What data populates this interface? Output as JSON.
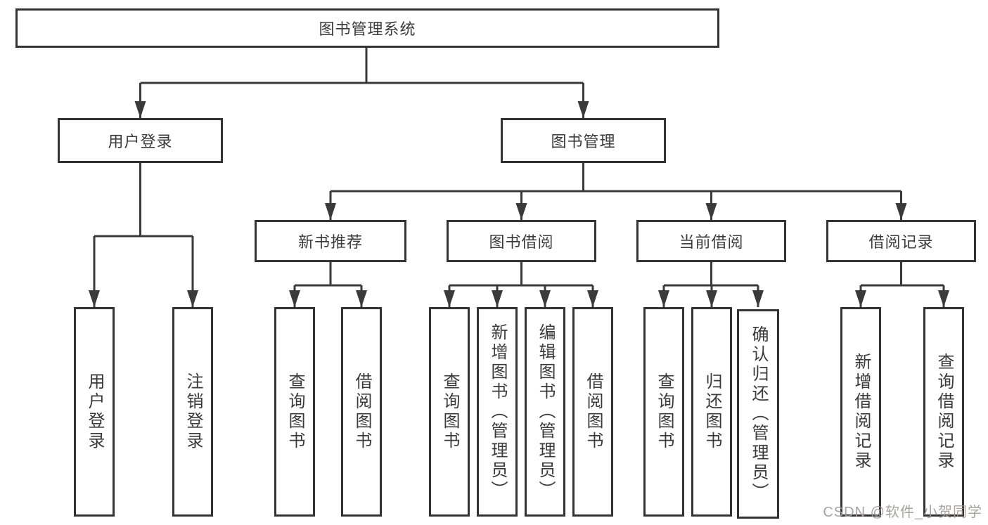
{
  "root": {
    "label": "图书管理系统"
  },
  "level2": [
    {
      "label": "用户登录"
    },
    {
      "label": "图书管理"
    }
  ],
  "level3": [
    {
      "label": "新书推荐"
    },
    {
      "label": "图书借阅"
    },
    {
      "label": "当前借阅"
    },
    {
      "label": "借阅记录"
    }
  ],
  "leaves": {
    "user_login": [
      {
        "label": "用户登录"
      },
      {
        "label": "注销登录"
      }
    ],
    "new_book": [
      {
        "label": "查询图书"
      },
      {
        "label": "借阅图书"
      }
    ],
    "book_borrow": [
      {
        "label": "查询图书"
      },
      {
        "label": "新增图书（管理员）"
      },
      {
        "label": "编辑图书（管理员）"
      },
      {
        "label": "借阅图书"
      }
    ],
    "current_borrow": [
      {
        "label": "查询图书"
      },
      {
        "label": "归还图书"
      },
      {
        "label": "确认归还（管理员）"
      }
    ],
    "borrow_records": [
      {
        "label": "新增借阅记录"
      },
      {
        "label": "查询借阅记录"
      }
    ]
  },
  "watermark": "CSDN @软件_小贺同学",
  "colors": {
    "line": "#3a3a3a",
    "border": "#333333",
    "text": "#3a3a3a",
    "watermark": "#9e9898"
  }
}
